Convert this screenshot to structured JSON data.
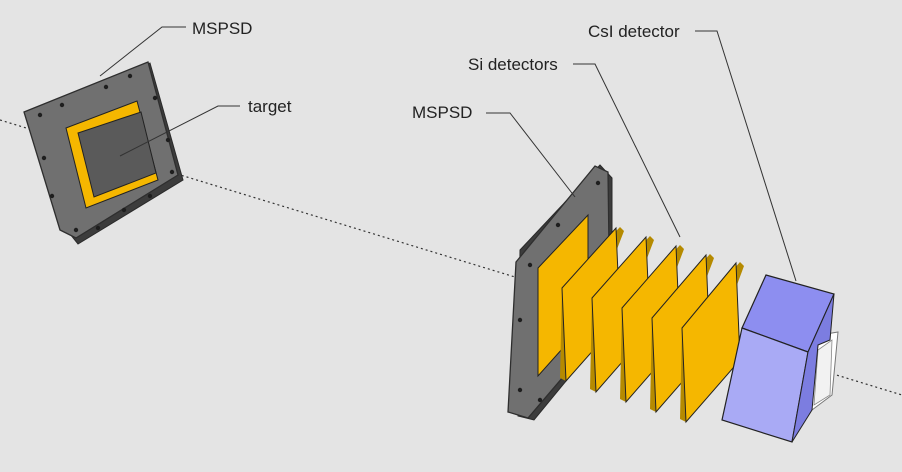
{
  "labels": {
    "mspsd_left": "MSPSD",
    "target": "target",
    "mspsd_right": "MSPSD",
    "si_detectors": "Si detectors",
    "csi_detector": "CsI detector"
  },
  "colors": {
    "background": "#e4e4e4",
    "frame": "#6e6e6e",
    "frame_edge": "#303030",
    "sensor_gold": "#f5b700",
    "target_face": "#5a5a5a",
    "csi_top": "#8d8ef0",
    "csi_front": "#a9aaf5",
    "beam": "#333333"
  }
}
